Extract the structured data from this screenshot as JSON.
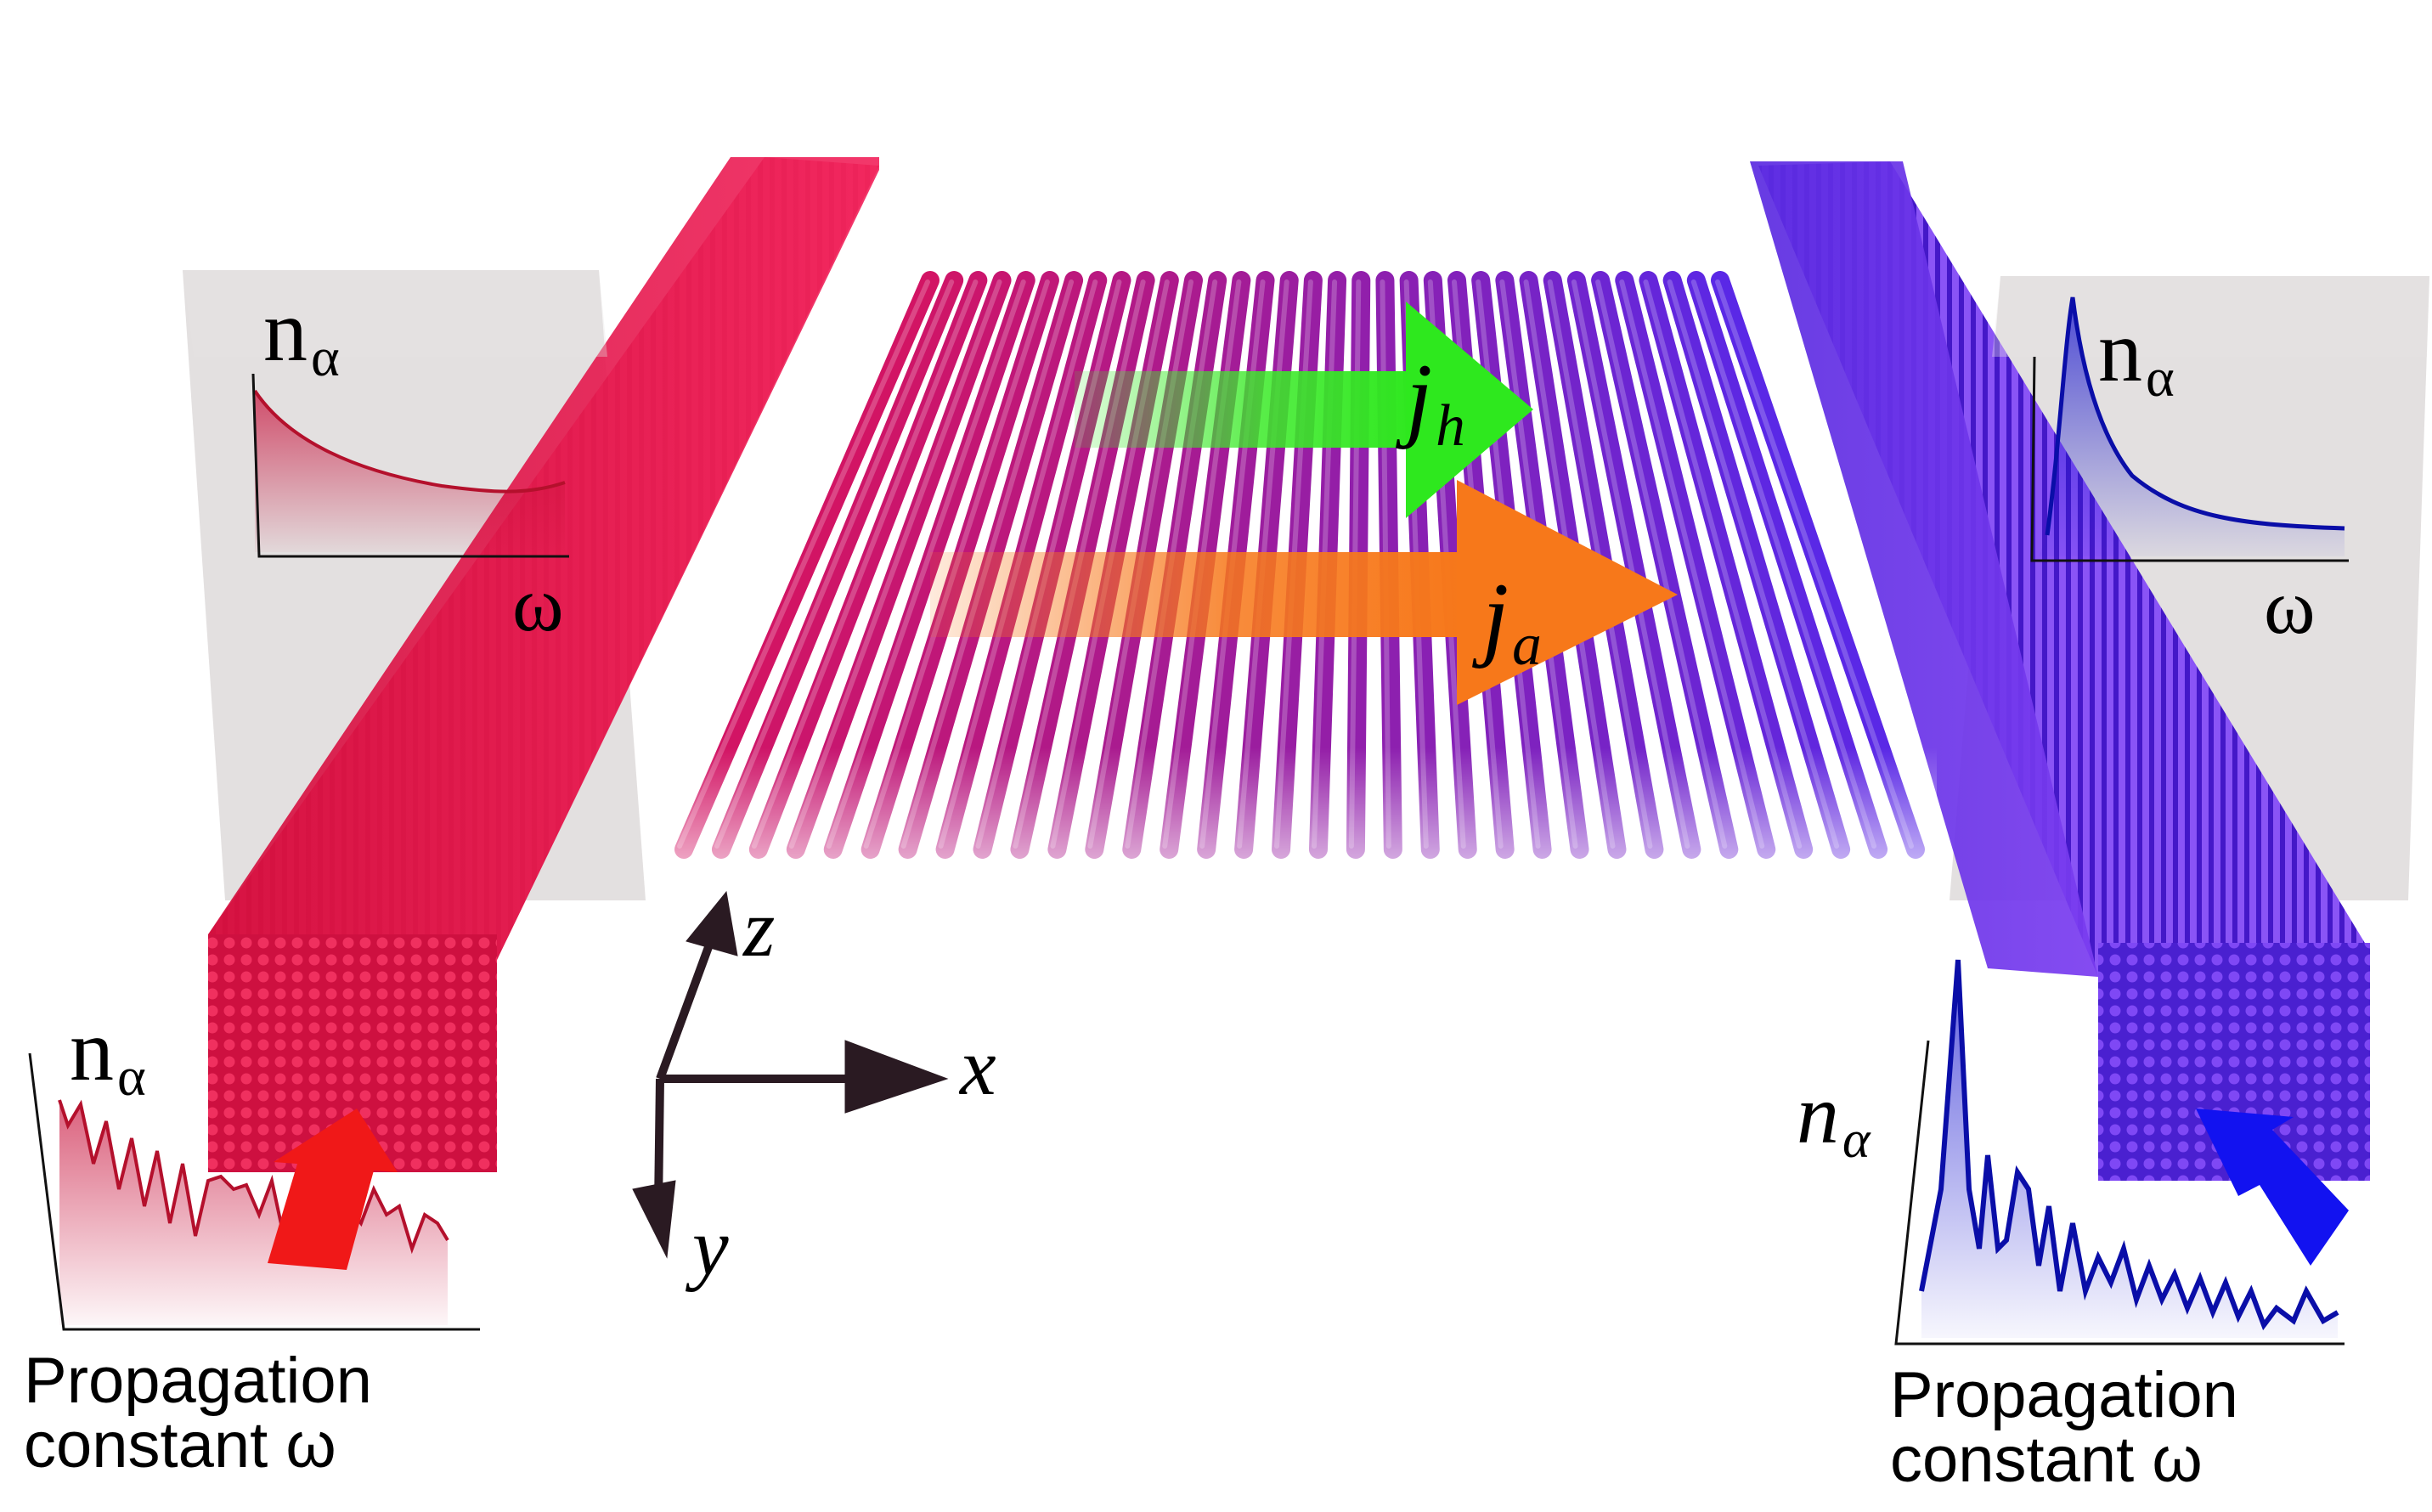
{
  "colors": {
    "hot_reservoir": "#e8154b",
    "cold_reservoir": "#6a2fe6",
    "heat_current_arrow": "#2ee81e",
    "atom_current_arrow": "#f7781a",
    "hot_spectrum": "#b4102c",
    "cold_spectrum": "#0a0ea8"
  },
  "labels": {
    "density_symbol": "n",
    "density_subscript": "α",
    "omega": "ω",
    "heat_current": {
      "symbol": "j",
      "subscript": "h"
    },
    "atom_current": {
      "symbol": "j",
      "subscript": "a"
    },
    "axes": {
      "x": "x",
      "y": "y",
      "z": "z"
    },
    "caption_line1": "Propagation",
    "caption_line2": "constant ω"
  }
}
